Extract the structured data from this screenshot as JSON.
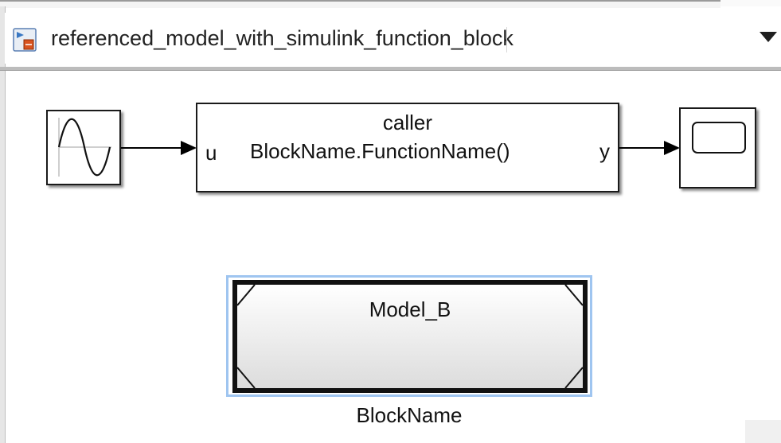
{
  "window": {
    "breadcrumb": "referenced_model_with_simulink_function_block"
  },
  "canvas": {
    "sine_block": {
      "icon": "sine-wave-icon"
    },
    "caller_block": {
      "title": "caller",
      "prototype": "BlockName.FunctionName()",
      "input_port": "u",
      "output_port": "y"
    },
    "scope_block": {
      "icon": "scope-icon"
    },
    "model_block": {
      "model_name": "Model_B",
      "block_name": "BlockName"
    }
  },
  "colors": {
    "selection_outline": "#9fc5f0",
    "block_border": "#1a1a1a"
  }
}
